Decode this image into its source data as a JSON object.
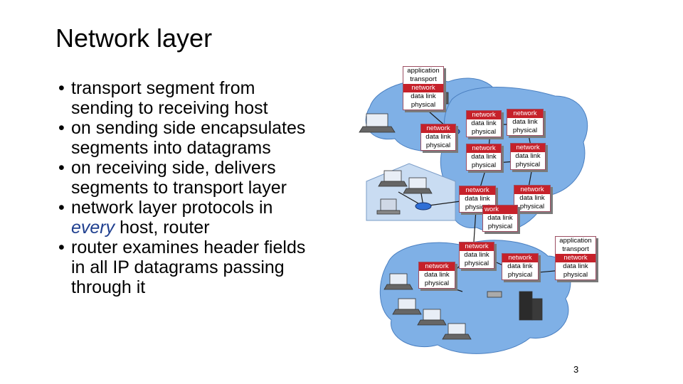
{
  "slide": {
    "title": "Network layer",
    "bullets": [
      {
        "text": "transport segment from sending to receiving host"
      },
      {
        "text": "on sending side encapsulates segments into datagrams"
      },
      {
        "text": "on receiving side, delivers segments to transport layer"
      },
      {
        "pre": "network layer protocols in ",
        "em": "every",
        "post": " host, router"
      },
      {
        "text": "router examines header fields in all IP datagrams passing through it"
      }
    ],
    "page_number": "3"
  },
  "diagram": {
    "layers": {
      "application": "application",
      "transport": "transport",
      "network": "network",
      "data_link": "data link",
      "physical": "physical"
    },
    "partial_label": "work"
  },
  "colors": {
    "network_highlight": "#c6212a",
    "cloud": "#7fb0e6",
    "router": "#2f6fd6",
    "home": "#c9dcf2"
  }
}
